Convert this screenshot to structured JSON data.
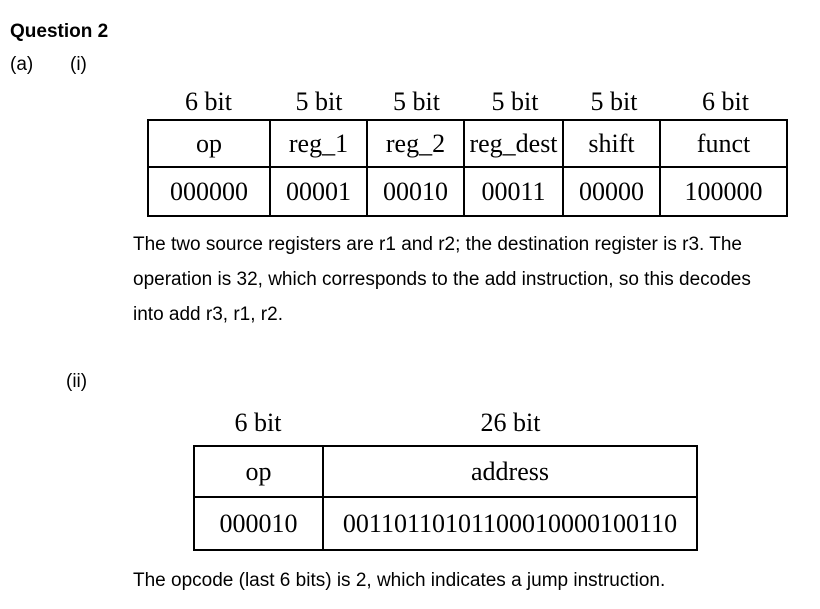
{
  "page": {
    "background": "#ffffff",
    "text_color": "#000000",
    "border_color": "#000000"
  },
  "header": {
    "title": "Question 2"
  },
  "part_a": {
    "label": "(a)"
  },
  "part_i": {
    "label": "(i)",
    "table": {
      "bit_labels": [
        "6 bit",
        "5 bit",
        "5 bit",
        "5 bit",
        "5 bit",
        "6 bit"
      ],
      "fields": [
        "op",
        "reg_1",
        "reg_2",
        "reg_dest",
        "shift",
        "funct"
      ],
      "values": [
        "000000",
        "00001",
        "00010",
        "00011",
        "00000",
        "100000"
      ]
    },
    "explanation_lines": [
      "The two source registers are r1 and r2; the destination register is r3. The",
      "operation is 32, which corresponds to the add instruction, so this decodes",
      "into add r3, r1, r2."
    ]
  },
  "part_ii": {
    "label": "(ii)",
    "table": {
      "bit_labels": [
        "6 bit",
        "26 bit"
      ],
      "fields": [
        "op",
        "address"
      ],
      "values": [
        "000010",
        "00110110101100010000100110"
      ]
    },
    "explanation": "The opcode (last 6 bits) is 2, which indicates a jump instruction."
  }
}
